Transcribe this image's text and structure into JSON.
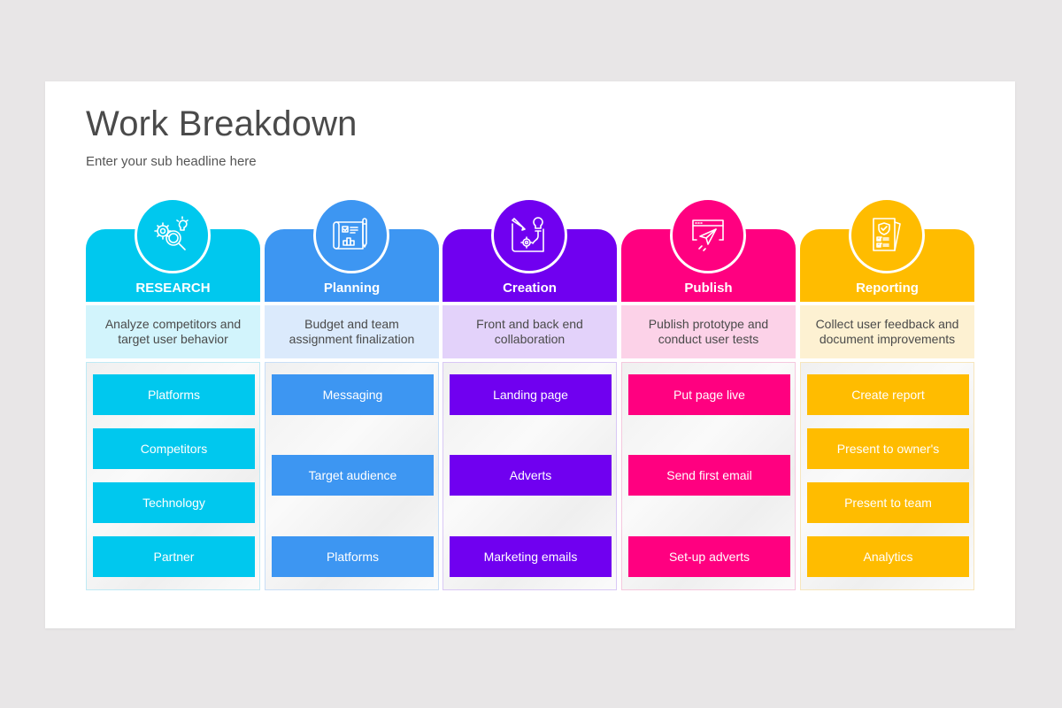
{
  "slide": {
    "title": "Work Breakdown",
    "subtitle": "Enter your sub headline here"
  },
  "columns": [
    {
      "label": "RESEARCH",
      "icon": "research-gears-magnifier-icon",
      "color": "#00c8ee",
      "desc_bg": "#d2f4fc",
      "description": "Analyze competitors and target user behavior",
      "tasks": [
        "Platforms",
        "Competitors",
        "Technology",
        "Partner"
      ]
    },
    {
      "label": "Planning",
      "icon": "blueprint-plan-icon",
      "color": "#3d96f2",
      "desc_bg": "#dbeafc",
      "description": "Budget and team assignment finalization",
      "tasks": [
        "Messaging",
        "Target audience",
        "Platforms"
      ]
    },
    {
      "label": "Creation",
      "icon": "design-idea-gear-icon",
      "color": "#7000f0",
      "desc_bg": "#e3d2fa",
      "description": "Front and back end collaboration",
      "tasks": [
        "Landing page",
        "Adverts",
        "Marketing emails"
      ]
    },
    {
      "label": "Publish",
      "icon": "browser-paper-plane-icon",
      "color": "#ff0080",
      "desc_bg": "#fcd2e8",
      "description": "Publish prototype and conduct user tests",
      "tasks": [
        "Put page live",
        "Send first email",
        "Set-up adverts"
      ]
    },
    {
      "label": "Reporting",
      "icon": "report-checklist-shield-icon",
      "color": "#ffbc00",
      "desc_bg": "#fdf1d2",
      "description": "Collect user feedback and document improvements",
      "tasks": [
        "Create report",
        "Present to owner's",
        "Present to team",
        "Analytics"
      ]
    }
  ]
}
